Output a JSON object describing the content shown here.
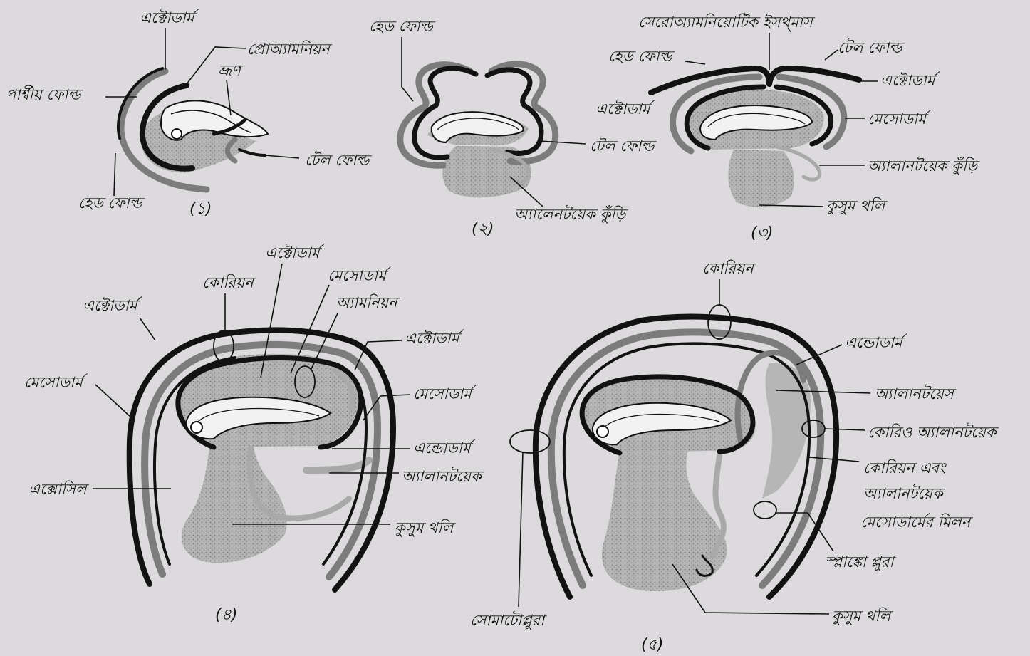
{
  "labels": {
    "d1": {
      "ectoderm": "এক্টোডার্ম",
      "proamnion": "প্রোঅ্যামনিয়ন",
      "embryo": "ভ্রূণ",
      "lateral_fold": "পার্শ্বীয় ফোল্ড",
      "tail_fold": "টেল ফোল্ড",
      "head_fold": "হেড ফোল্ড",
      "number": "(১)"
    },
    "d2": {
      "head_fold": "হেড ফোল্ড",
      "tail_fold": "টেল ফোল্ড",
      "allantoic_bud": "অ্যালেনটয়েক কুঁড়ি",
      "number": "(২)"
    },
    "d3": {
      "sero_amniotic_isthmus": "সেরোঅ্যামনিয়োটিক ইসথ্মাস",
      "head_fold": "হেড ফোল্ড",
      "tail_fold": "টেল ফোল্ড",
      "ectoderm_right": "এক্টোডার্ম",
      "ectoderm_left": "এক্টোডার্ম",
      "mesoderm": "মেসোডার্ম",
      "allantoic_bud": "অ্যালানটয়েক কুঁড়ি",
      "yolk_sac": "কুসুম থলি",
      "number": "(৩)"
    },
    "d4": {
      "ectoderm_top": "এক্টোডার্ম",
      "chorion": "কোরিয়ন",
      "mesoderm_top": "মেসোডার্ম",
      "amnion": "অ্যামনিয়ন",
      "ectoderm_left": "এক্টোডার্ম",
      "ectoderm_right": "এক্টোডার্ম",
      "mesoderm_left": "মেসোডার্ম",
      "mesoderm_right": "মেসোডার্ম",
      "endoderm": "এন্ডোডার্ম",
      "allantoic": "অ্যালানটয়েক",
      "extracoel": "এক্সোসিল",
      "yolk_sac": "কুসুম থলি",
      "number": "(৪)"
    },
    "d5": {
      "chorion": "কোরিয়ন",
      "endoderm": "এন্ডোডার্ম",
      "allantois": "অ্যালানটয়েস",
      "chorio_allantoic": "কোরিও অ্যালানটয়েক",
      "union_line1": "কোরিয়ন এবং",
      "union_line2": "অ্যালানটয়েক",
      "union_line3": "মেসোডার্মের মিলন",
      "splanchnopleure": "স্প্লাঙ্কো প্লুরা",
      "somatopleure": "সোমাটোপ্লুরা",
      "yolk_sac": "কুসুম থলি",
      "number": "(৫)"
    }
  },
  "colors": {
    "background": "#dcdadd",
    "ectoderm": "#121212",
    "mesoderm": "#7c7c7c",
    "light_tissue": "#a9a9a9",
    "yolk_fill": "#9a9a9a"
  }
}
